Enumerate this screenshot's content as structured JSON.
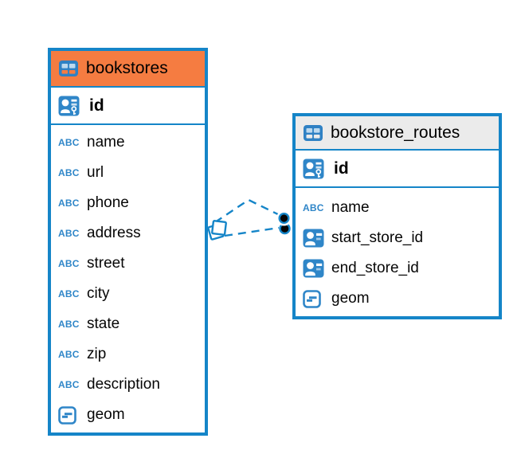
{
  "colors": {
    "accent_blue": "#1585c8",
    "icon_blue": "#2f86c8",
    "bookstores_header": "#f57c41",
    "routes_header": "#ebebeb",
    "endpoint_dot": "#000000",
    "background": "#ffffff"
  },
  "icons": {
    "abc_label": "ABC"
  },
  "tables": {
    "bookstores": {
      "title": "bookstores",
      "pk": "id",
      "columns": [
        "name",
        "url",
        "phone",
        "address",
        "street",
        "city",
        "state",
        "zip",
        "description",
        "geom"
      ]
    },
    "bookstore_routes": {
      "title": "bookstore_routes",
      "pk": "id",
      "columns": [
        "name",
        "start_store_id",
        "end_store_id",
        "geom"
      ]
    }
  }
}
